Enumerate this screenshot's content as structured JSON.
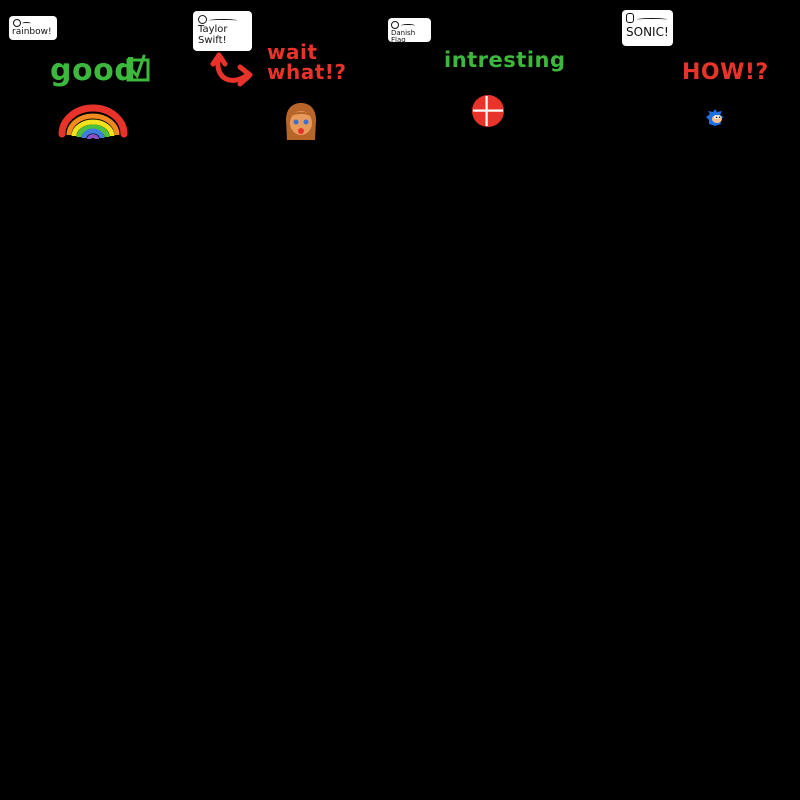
{
  "panels": [
    {
      "bubble_text": "rainbow!",
      "reaction": "good",
      "icon": "check-box-icon",
      "drawing": "rainbow-icon"
    },
    {
      "bubble_text": "Taylor\nSwift!",
      "reaction": "wait\nwhat!?",
      "icon": "curved-arrow-icon",
      "drawing": "taylor-swift-face-icon"
    },
    {
      "bubble_text": "Danish Flag",
      "reaction": "intresting",
      "icon": "",
      "drawing": "danish-flag-icon"
    },
    {
      "bubble_text": "SONIC!",
      "reaction": "HOW!?",
      "icon": "",
      "drawing": "sonic-icon"
    }
  ],
  "colors": {
    "background": "#000000",
    "bubble": "#ffffff",
    "green": "#3cb83c",
    "red": "#e8332a"
  }
}
